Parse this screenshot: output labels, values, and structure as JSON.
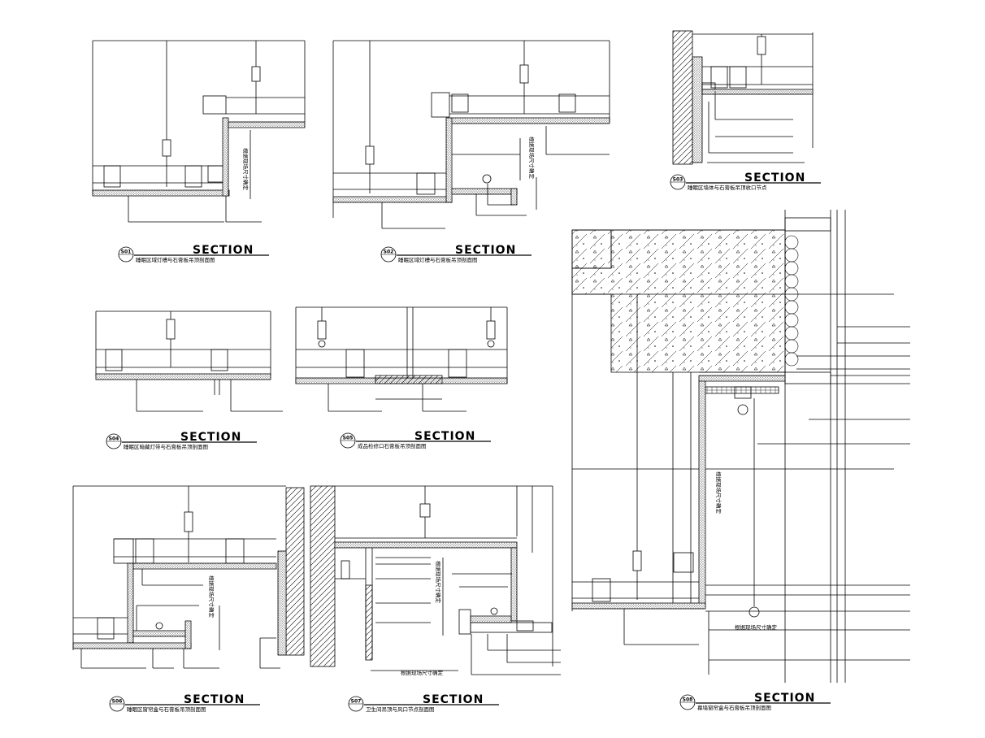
{
  "sheet": {
    "details": [
      {
        "id": "d1",
        "number": "S01",
        "title": "SECTION",
        "subtitle": "睡眠区域灯槽与石膏板吊顶剖面图"
      },
      {
        "id": "d2",
        "number": "S02",
        "title": "SECTION",
        "subtitle": "睡眠区域灯槽与石膏板吊顶剖面图"
      },
      {
        "id": "d3",
        "number": "S03",
        "title": "SECTION",
        "subtitle": "睡眠区墙体与石膏板吊顶收口节点"
      },
      {
        "id": "d4",
        "number": "S04",
        "title": "SECTION",
        "subtitle": "睡眠区暗藏灯带与石膏板吊顶剖面图"
      },
      {
        "id": "d5",
        "number": "S05",
        "title": "SECTION",
        "subtitle": "成品检修口石膏板吊顶剖面图"
      },
      {
        "id": "d6",
        "number": "S06",
        "title": "SECTION",
        "subtitle": "睡眠区窗帘盒与石膏板吊顶剖面图"
      },
      {
        "id": "d7",
        "number": "S07",
        "title": "SECTION",
        "subtitle": "卫生间吊顶与风口节点剖面图"
      },
      {
        "id": "d8",
        "number": "S08",
        "title": "SECTION",
        "subtitle": "幕墙窗帘盒与石膏板吊顶剖面图"
      }
    ],
    "dims": {
      "d1_h": "根据现场尺寸确定",
      "d2_h": "根据现场尺寸确定",
      "d6_h": "根据现场尺寸确定",
      "d7_w": "根据现场尺寸确定",
      "d7_h": "根据现场尺寸确定",
      "d8_h": "根据现场尺寸确定",
      "d8_note": "根据现场尺寸确定"
    }
  }
}
